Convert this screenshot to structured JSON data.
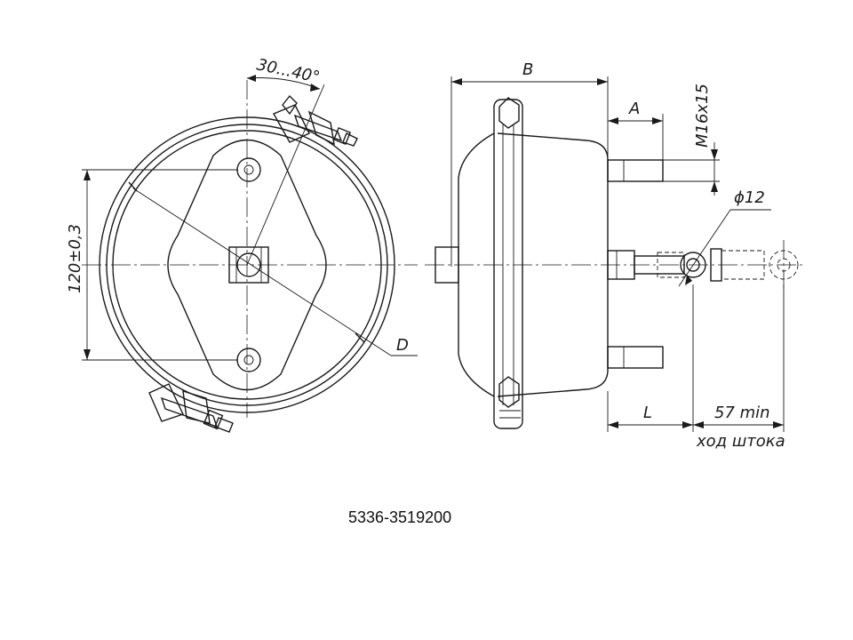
{
  "part_number": "5336-3519200",
  "dimensions": {
    "mount_angle": "30...40°",
    "bolt_spacing": "120±0,3",
    "diameter": "D",
    "width": "B",
    "stud_offset": "A",
    "thread": "M16x15",
    "pin_hole": "ϕ12",
    "rod_length": "L",
    "stroke_min": "57 min",
    "stroke_label": "ход штока"
  }
}
